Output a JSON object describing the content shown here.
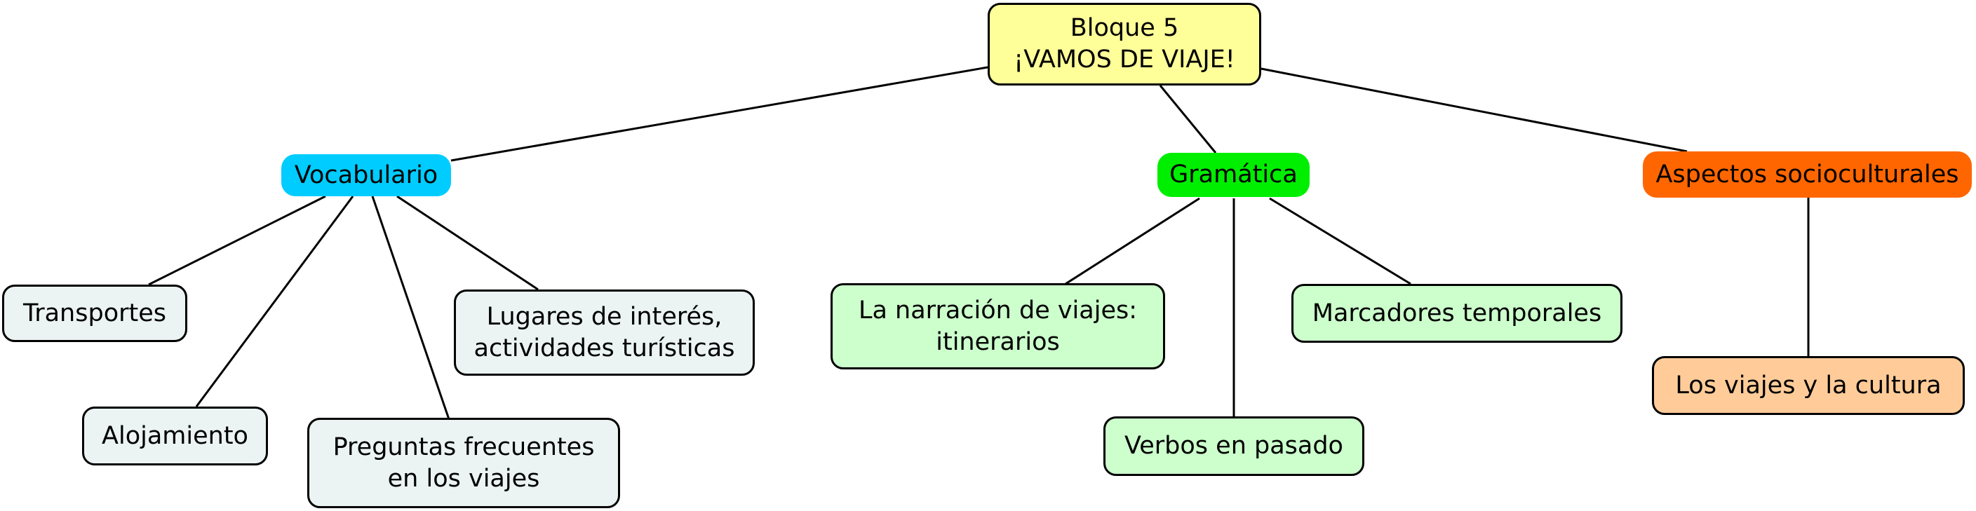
{
  "nodes": {
    "root": {
      "text": "Bloque 5\n¡VAMOS DE VIAJE!",
      "fill": "#ffff99"
    },
    "vocabulario": {
      "text": "Vocabulario",
      "fill": "#00ccff"
    },
    "gramatica": {
      "text": "Gramática",
      "fill": "#00ee00"
    },
    "aspectos": {
      "text": "Aspectos socioculturales",
      "fill": "#ff6600"
    },
    "transportes": {
      "text": "Transportes",
      "fill": "#ebf3f3"
    },
    "alojamiento": {
      "text": "Alojamiento",
      "fill": "#ebf3f3"
    },
    "preguntas": {
      "text": "Preguntas frecuentes\nen los viajes",
      "fill": "#ebf3f3"
    },
    "lugares": {
      "text": "Lugares de interés,\nactividades turísticas",
      "fill": "#ebf3f3"
    },
    "narracion": {
      "text": "La narración de viajes:\nitinerarios",
      "fill": "#ccffcc"
    },
    "verbos": {
      "text": "Verbos en pasado",
      "fill": "#ccffcc"
    },
    "marcadores": {
      "text": "Marcadores temporales",
      "fill": "#ccffcc"
    },
    "viajes_cultura": {
      "text": "Los viajes y la cultura",
      "fill": "#ffcc99"
    }
  },
  "edges": [
    [
      "root",
      "vocabulario"
    ],
    [
      "root",
      "gramatica"
    ],
    [
      "root",
      "aspectos"
    ],
    [
      "vocabulario",
      "transportes"
    ],
    [
      "vocabulario",
      "alojamiento"
    ],
    [
      "vocabulario",
      "preguntas"
    ],
    [
      "vocabulario",
      "lugares"
    ],
    [
      "gramatica",
      "narracion"
    ],
    [
      "gramatica",
      "verbos"
    ],
    [
      "gramatica",
      "marcadores"
    ],
    [
      "aspectos",
      "viajes_cultura"
    ]
  ]
}
